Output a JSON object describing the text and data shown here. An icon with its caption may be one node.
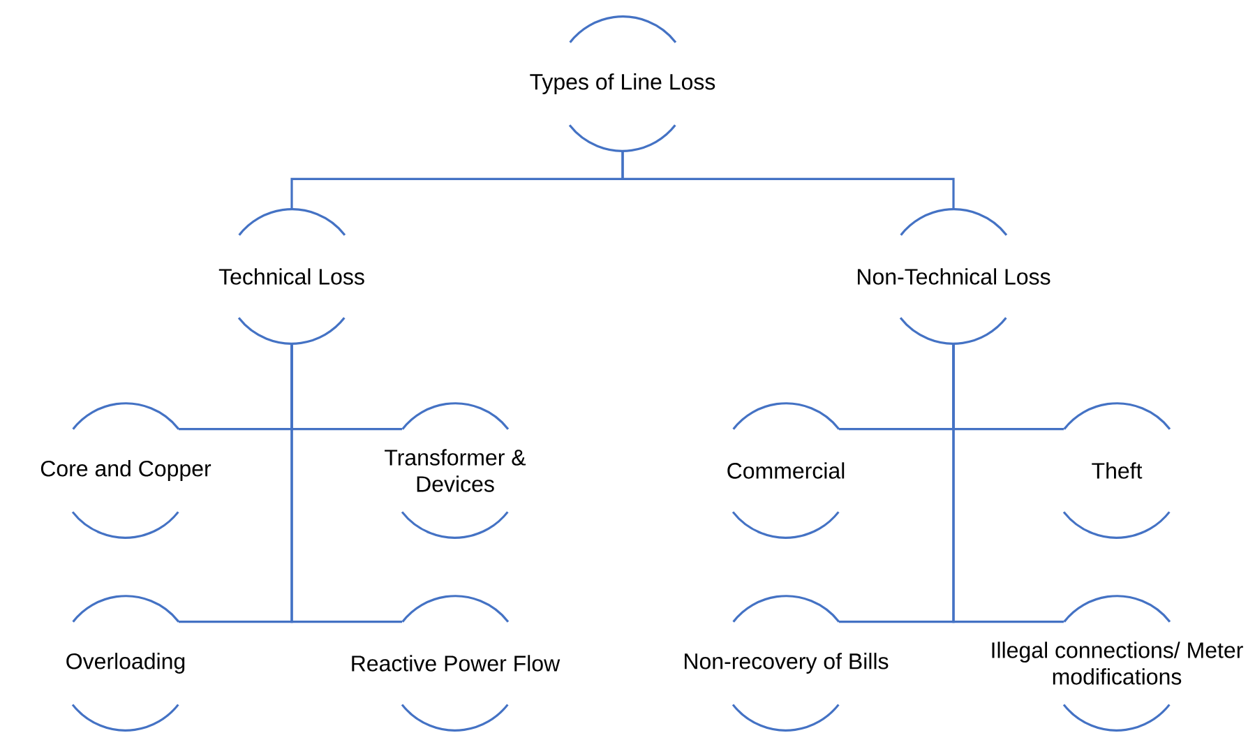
{
  "diagram": {
    "nodes": [
      {
        "text": [
          "Types of Line Loss"
        ]
      },
      {
        "text": [
          "Technical Loss"
        ]
      },
      {
        "text": [
          "Non-Technical Loss"
        ]
      },
      {
        "text": [
          "Core and Copper"
        ]
      },
      {
        "text": [
          "Transformer & Devices"
        ]
      },
      {
        "text": [
          "Overloading"
        ]
      },
      {
        "text": [
          "Reactive Power Flow"
        ]
      },
      {
        "text": [
          "Commercial"
        ]
      },
      {
        "text": [
          "Theft"
        ]
      },
      {
        "text": [
          "Non-recovery of Bills"
        ]
      },
      {
        "text": [
          "Illegal connections/ Meter modifications"
        ]
      }
    ],
    "edges": [
      {
        "from": 0,
        "to": 1,
        "arrow": "none"
      },
      {
        "from": 0,
        "to": 2,
        "arrow": "none"
      },
      {
        "from": 1,
        "to": 3,
        "arrow": "none"
      },
      {
        "from": 1,
        "to": 4,
        "arrow": "none"
      },
      {
        "from": 1,
        "to": 5,
        "arrow": "none"
      },
      {
        "from": 1,
        "to": 6,
        "arrow": "none"
      },
      {
        "from": 2,
        "to": 7,
        "arrow": "none"
      },
      {
        "from": 2,
        "to": 8,
        "arrow": "none"
      },
      {
        "from": 2,
        "to": 9,
        "arrow": "none"
      },
      {
        "from": 2,
        "to": 10,
        "arrow": "none"
      }
    ]
  }
}
